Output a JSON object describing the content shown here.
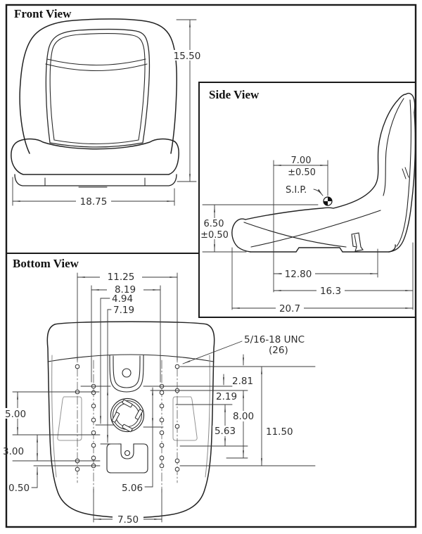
{
  "drawing": {
    "front_view": {
      "title": "Front View",
      "height": "15.50",
      "width": "18.75"
    },
    "side_view": {
      "title": "Side View",
      "sip_offset": "7.00",
      "sip_offset_tol": "±0.50",
      "sip_label": "S.I.P.",
      "seat_height": "6.50",
      "seat_height_tol": "±0.50",
      "rail_span": "12.80",
      "mid_depth": "16.3",
      "overall_depth": "20.7"
    },
    "bottom_view": {
      "title": "Bottom View",
      "thread_callout": "5/16-18 UNC",
      "thread_qty": "(26)",
      "spacing_outer": "11.25",
      "spacing_inner": "8.19",
      "offset_a": "4.94",
      "offset_b": "7.19",
      "dim_281": "2.81",
      "dim_219": "2.19",
      "dim_800": "8.00",
      "dim_563": "5.63",
      "dim_1150": "11.50",
      "dim_500": "5.00",
      "dim_300": "3.00",
      "dim_050": "0.50",
      "dim_506": "5.06",
      "dim_750": "7.50"
    }
  }
}
